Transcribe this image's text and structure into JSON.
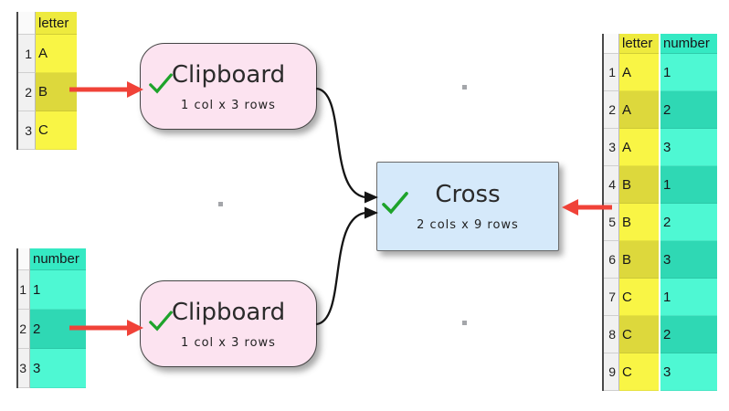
{
  "nodes": {
    "clipboard1": {
      "title": "Clipboard",
      "subtitle": "1 col x 3 rows",
      "status_icon": "green-checkmark"
    },
    "clipboard2": {
      "title": "Clipboard",
      "subtitle": "1 col x 3 rows",
      "status_icon": "green-checkmark"
    },
    "cross": {
      "title": "Cross",
      "subtitle": "2 cols x 9 rows",
      "status_icon": "green-checkmark"
    }
  },
  "tables": {
    "letter_table": {
      "columns": [
        {
          "label": "letter",
          "color": "yellow"
        }
      ],
      "row_numbers": [
        "1",
        "2",
        "3"
      ],
      "rows": [
        [
          "A"
        ],
        [
          "B"
        ],
        [
          "C"
        ]
      ],
      "dark_rows": [
        2
      ]
    },
    "number_table": {
      "columns": [
        {
          "label": "number",
          "color": "teal"
        }
      ],
      "row_numbers": [
        "1",
        "2",
        "3"
      ],
      "rows": [
        [
          "1"
        ],
        [
          "2"
        ],
        [
          "3"
        ]
      ],
      "dark_rows": [
        2
      ]
    },
    "result_table": {
      "columns": [
        {
          "label": "letter",
          "color": "yellow"
        },
        {
          "label": "number",
          "color": "teal"
        }
      ],
      "row_numbers": [
        "1",
        "2",
        "3",
        "4",
        "5",
        "6",
        "7",
        "8",
        "9"
      ],
      "rows": [
        [
          "A",
          "1"
        ],
        [
          "A",
          "2"
        ],
        [
          "A",
          "3"
        ],
        [
          "B",
          "1"
        ],
        [
          "B",
          "2"
        ],
        [
          "B",
          "3"
        ],
        [
          "C",
          "1"
        ],
        [
          "C",
          "2"
        ],
        [
          "C",
          "3"
        ]
      ],
      "dark_rows": [
        2,
        4,
        6,
        8
      ]
    }
  },
  "colors": {
    "column_yellow": "#f9f545",
    "column_yellow_dark": "#ddd83c",
    "column_teal": "#4ef8d3",
    "column_teal_dark": "#2fd8b4",
    "node_pink": "#fce3f0",
    "node_blue": "#d5e9fa",
    "annotation_arrow_red": "#f04238",
    "connector_black": "#141414",
    "checkmark_green": "#1ea32b"
  }
}
